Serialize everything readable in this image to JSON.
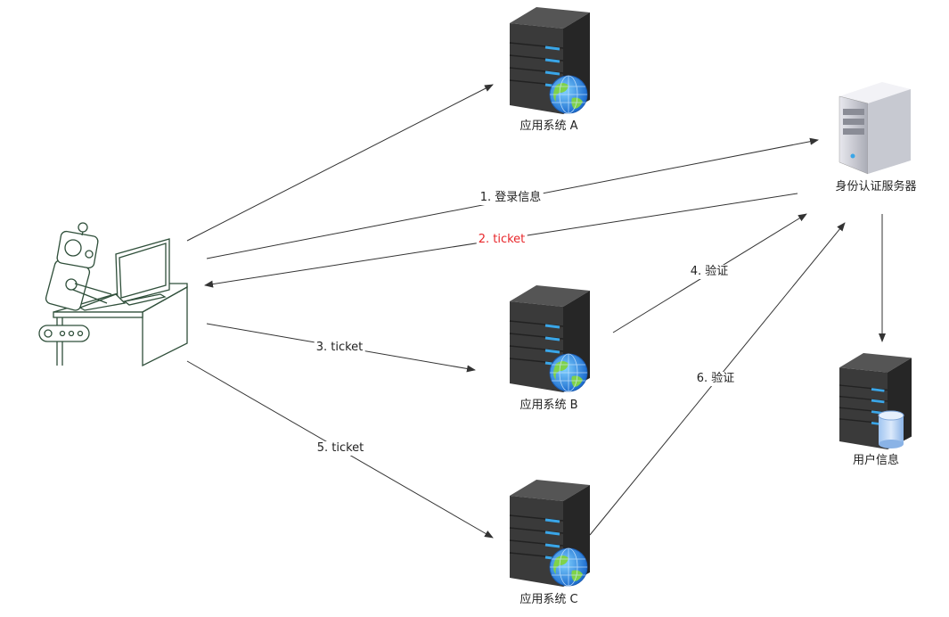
{
  "nodes": {
    "system_a": "应用系统 A",
    "system_b": "应用系统 B",
    "system_c": "应用系统 C",
    "auth_server": "身份认证服务器",
    "user_info": "用户信息"
  },
  "edges": {
    "login": "1. 登录信息",
    "ticket2": "2. ticket",
    "ticket3": "3. ticket",
    "verify4": "4. 验证",
    "ticket5": "5. ticket",
    "verify6": "6. 验证"
  },
  "colors": {
    "highlight": "#e8262a",
    "line": "#333333",
    "robot": "#2f4f3a"
  }
}
